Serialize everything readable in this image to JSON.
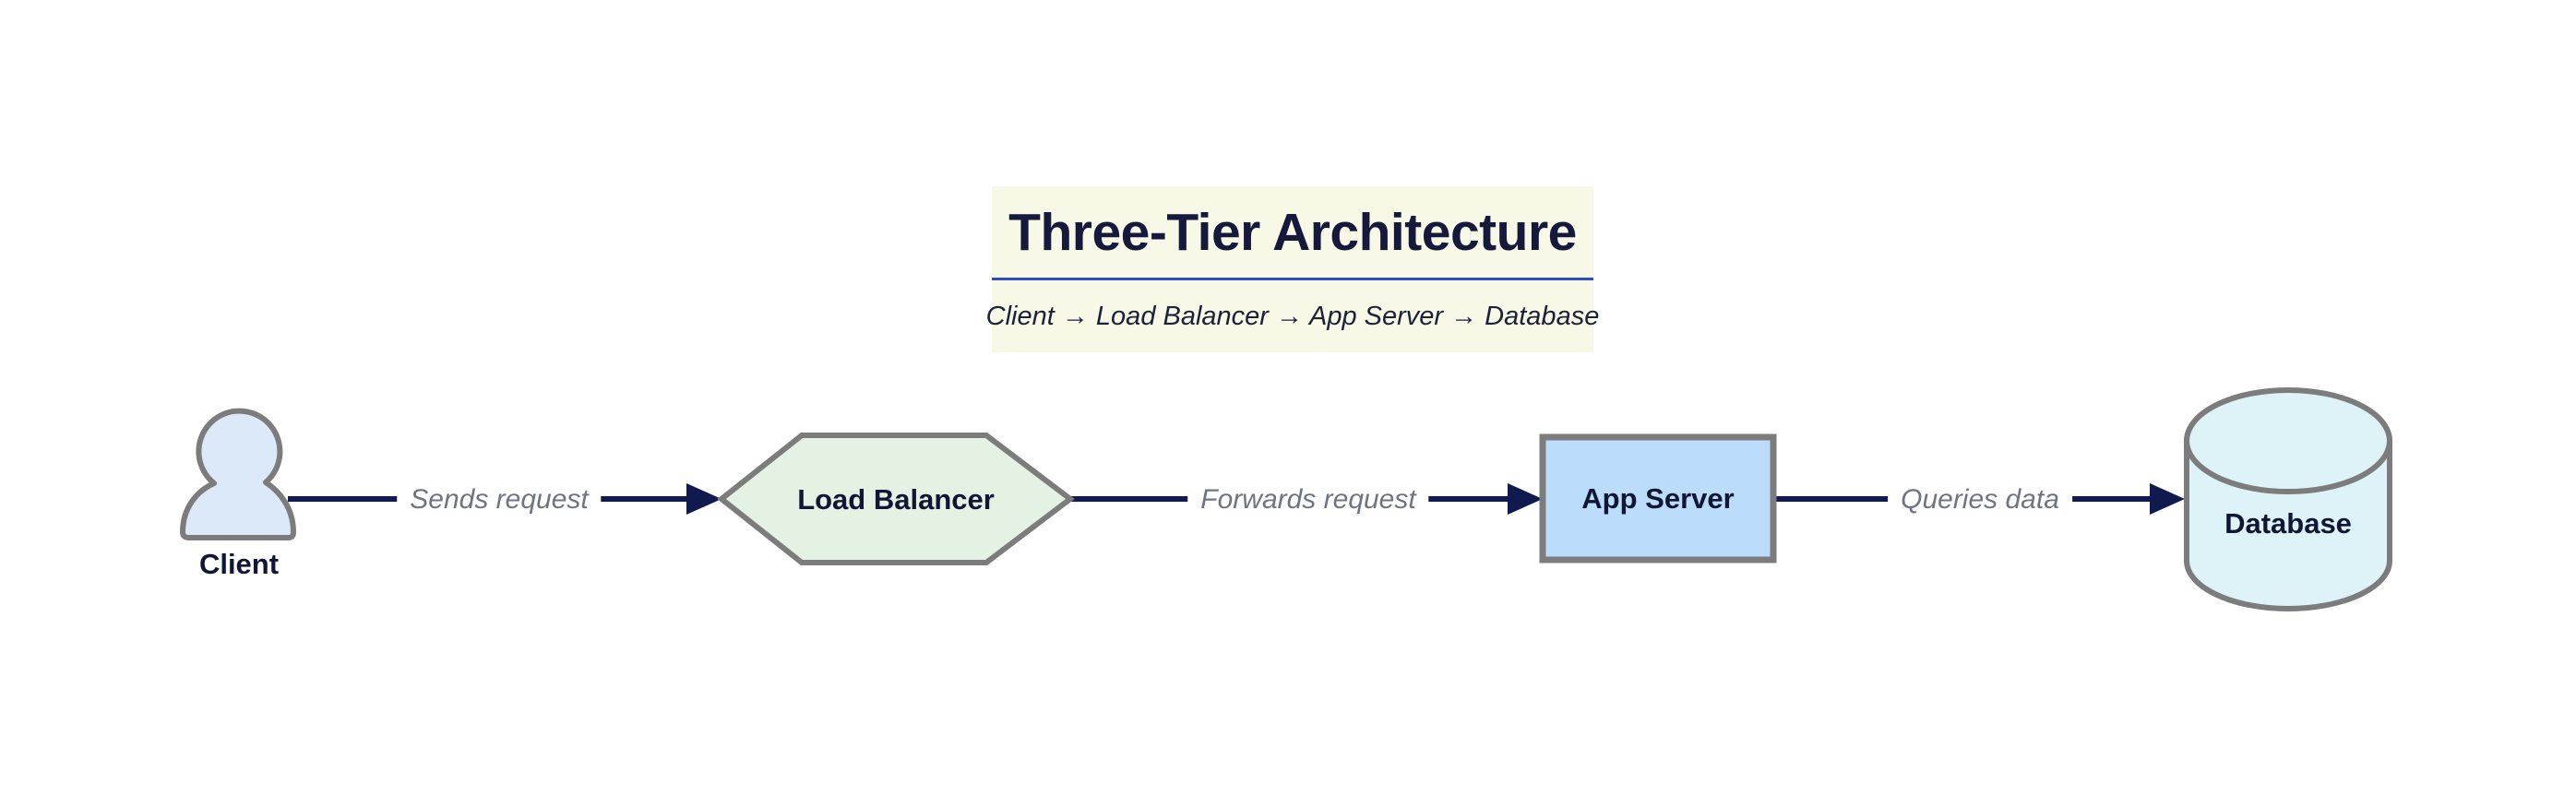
{
  "diagram": {
    "title": "Three-Tier Architecture",
    "subtitle": "Client → Load Balancer → App Server → Database",
    "nodes": [
      {
        "id": "client",
        "label": "Client",
        "shape": "person",
        "fill": "#dbe9f8"
      },
      {
        "id": "load-balancer",
        "label": "Load Balancer",
        "shape": "hexagon",
        "fill": "#e3f2e3"
      },
      {
        "id": "app-server",
        "label": "App Server",
        "shape": "rectangle",
        "fill": "#bbdcfa"
      },
      {
        "id": "database",
        "label": "Database",
        "shape": "cylinder",
        "fill": "#def3f8"
      }
    ],
    "edges": [
      {
        "from": "client",
        "to": "load-balancer",
        "label": "Sends request"
      },
      {
        "from": "load-balancer",
        "to": "app-server",
        "label": "Forwards request"
      },
      {
        "from": "app-server",
        "to": "database",
        "label": "Queries data"
      }
    ],
    "colors": {
      "page_background": "#ffffff",
      "title_background": "#f7f8e6",
      "title_text": "#15193b",
      "title_underline": "#2b4ccb",
      "subtitle_text": "#1b2138",
      "node_label_text": "#101734",
      "edge_line": "#101a4f",
      "edge_label_text": "#6f7482",
      "shape_stroke": "#7c7c7c"
    }
  }
}
